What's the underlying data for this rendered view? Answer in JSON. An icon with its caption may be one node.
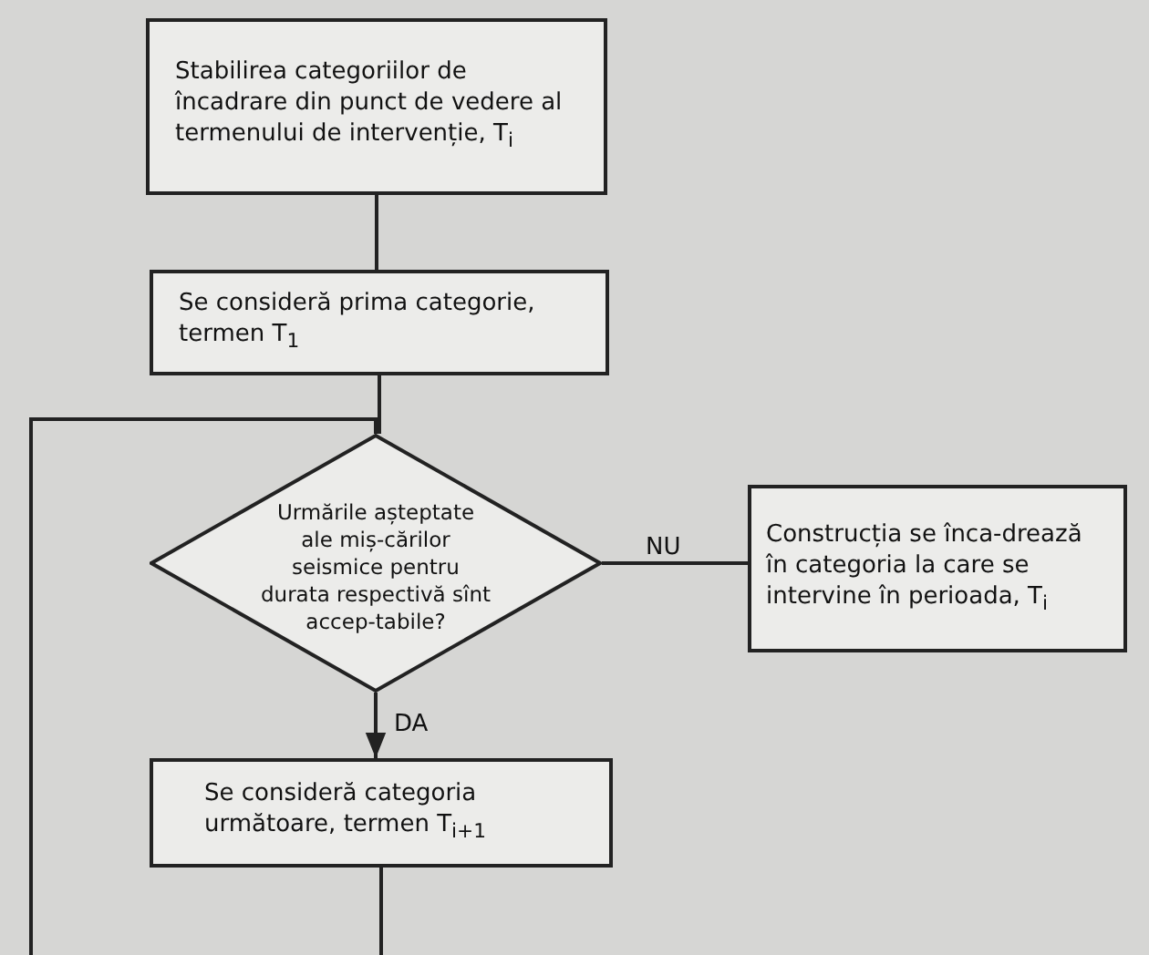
{
  "diagram": {
    "nodes": [
      {
        "text": [
          "Stabilirea categoriilor de încadrare din punct de vedere al termenului de intervenție, T$_{i}$"
        ]
      },
      {
        "text": [
          "Se consideră prima categorie, termen T$_{1}$"
        ]
      },
      {
        "text": [
          "Urmările așteptate ale miș-cărilor seismice pentru durata respectivă sînt accep-tabile?"
        ]
      },
      {
        "text": [
          "Construcția se înca-drează în categoria la care se intervine în perioada, T$_{i}$"
        ]
      },
      {
        "text": [
          "Se consideră categoria următoare, termen T$_{i+1}$"
        ]
      }
    ],
    "edges": [
      {
        "from": 0,
        "to": 1,
        "arrow": "none"
      },
      {
        "from": 1,
        "to": 2,
        "arrow": "none"
      },
      {
        "from": 2,
        "to": 3,
        "arrow": "none",
        "label": "NU"
      },
      {
        "from": 2,
        "to": 4,
        "arrow": "to",
        "label": "DA"
      },
      {
        "from": 4,
        "to": 2,
        "arrow": "none"
      }
    ]
  }
}
